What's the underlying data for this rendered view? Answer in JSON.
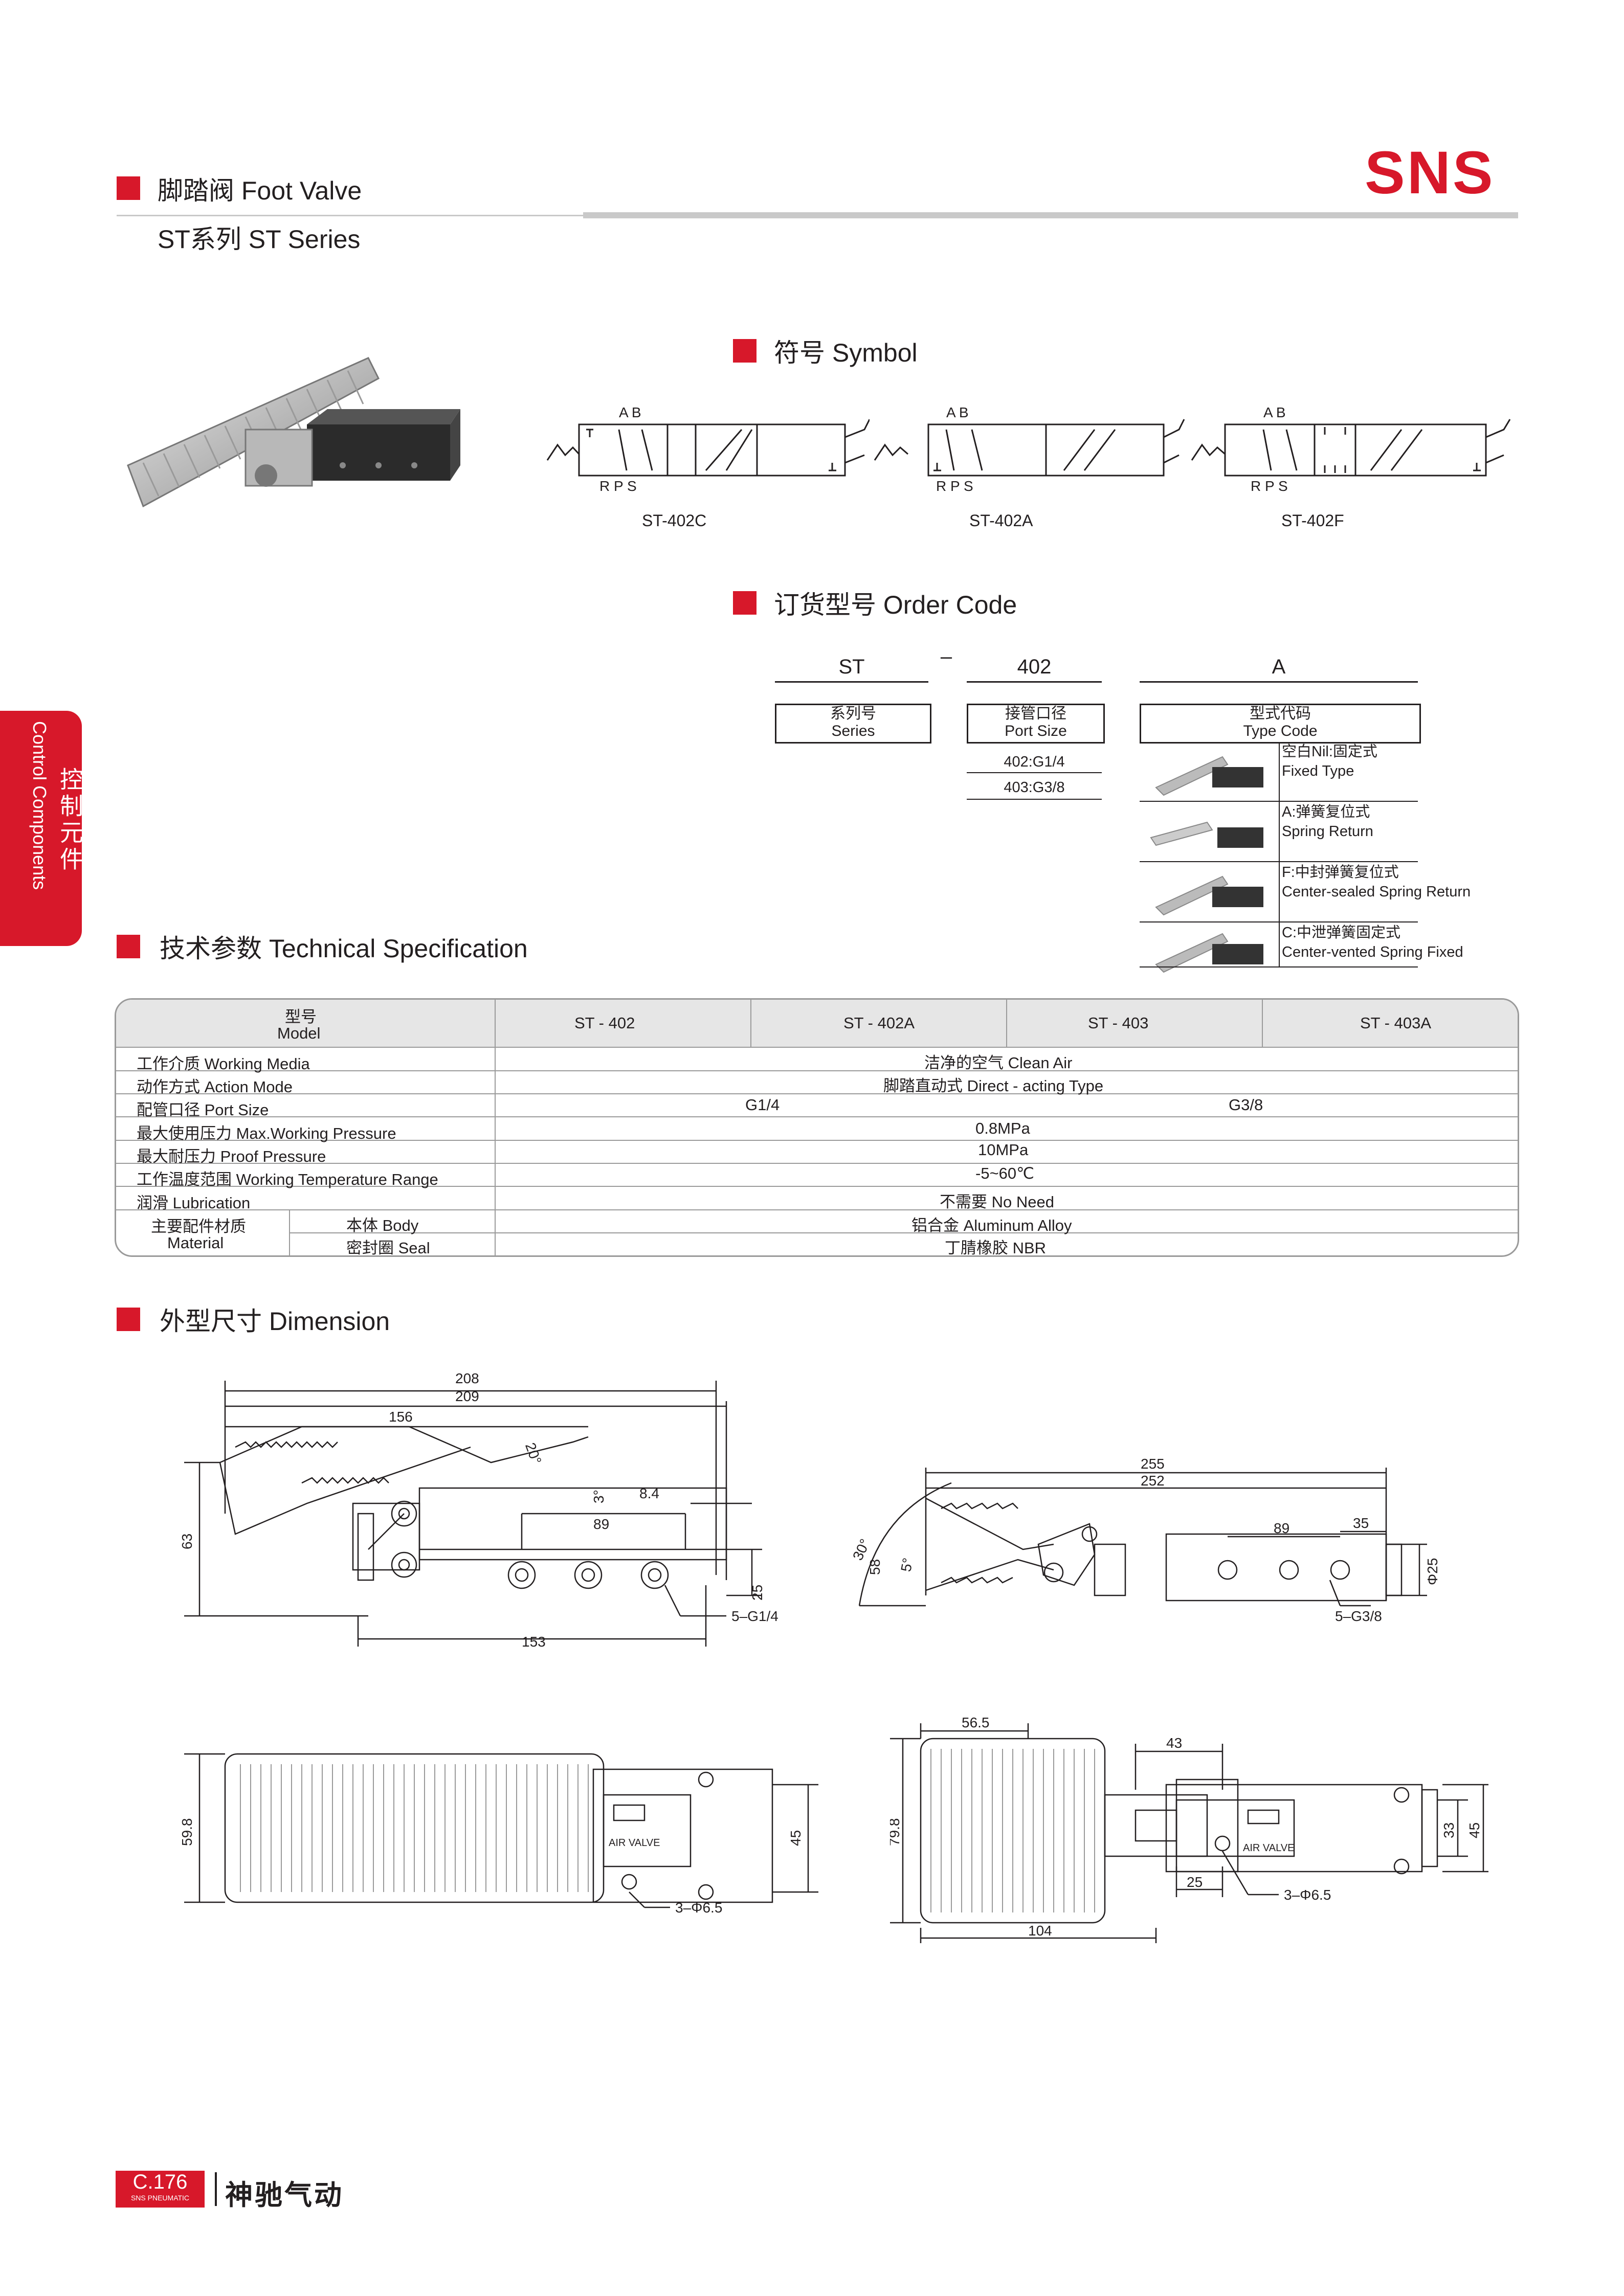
{
  "brand": "SNS",
  "header": {
    "title": "脚踏阀 Foot Valve",
    "subtitle": "ST系列 ST Series"
  },
  "sidetab": {
    "en": "Control Components",
    "cn": "控制元件"
  },
  "sections": {
    "symbol": "符号 Symbol",
    "order_code": "订货型号 Order Code",
    "spec": "技术参数 Technical Specification",
    "dimension": "外型尺寸 Dimension"
  },
  "symbols": [
    {
      "model": "ST-402C",
      "ports_top": "A  B",
      "ports_bottom": "R   P   S"
    },
    {
      "model": "ST-402A",
      "ports_top": "A  B",
      "ports_bottom": "R   P   S"
    },
    {
      "model": "ST-402F",
      "ports_top": "A  B",
      "ports_bottom": "R   P   S"
    }
  ],
  "order_code": {
    "series_value": "ST",
    "dash": "–",
    "size_value": "402",
    "type_value": "A",
    "series_label_cn": "系列号",
    "series_label_en": "Series",
    "size_label_cn": "接管口径",
    "size_label_en": "Port Size",
    "sizes": [
      "402:G1/4",
      "403:G3/8"
    ],
    "type_label_cn": "型式代码",
    "type_label_en": "Type Code",
    "types": [
      {
        "cn": "空白Nil:固定式",
        "en": "Fixed Type"
      },
      {
        "cn": "A:弹簧复位式",
        "en": "Spring Return"
      },
      {
        "cn": "F:中封弹簧复位式",
        "en": "Center-sealed Spring Return"
      },
      {
        "cn": "C:中泄弹簧固定式",
        "en": "Center-vented Spring Fixed"
      }
    ]
  },
  "spec": {
    "model_cn": "型号",
    "model_en": "Model",
    "models": [
      "ST - 402",
      "ST - 402A",
      "ST - 403",
      "ST - 403A"
    ],
    "rows": [
      {
        "label": "工作介质 Working Media",
        "value": "洁净的空气 Clean Air"
      },
      {
        "label": "动作方式 Action Mode",
        "value": "脚踏直动式 Direct - acting Type"
      },
      {
        "label": "配管口径 Port Size",
        "value_a": "G1/4",
        "value_b": "G3/8"
      },
      {
        "label": "最大使用压力 Max.Working Pressure",
        "value": "0.8MPa"
      },
      {
        "label": "最大耐压力 Proof Pressure",
        "value": "10MPa"
      },
      {
        "label": "工作温度范围 Working Temperature Range",
        "value": "-5~60℃"
      },
      {
        "label": "润滑 Lubrication",
        "value": "不需要 No Need"
      }
    ],
    "material_cn": "主要配件材质",
    "material_en": "Material",
    "body_label": "本体 Body",
    "body_value": "铝合金 Aluminum Alloy",
    "seal_label": "密封圈 Seal",
    "seal_value": "丁腈橡胶 NBR"
  },
  "dimensions": {
    "side_a": {
      "d208": "208",
      "d209": "209",
      "d156": "156",
      "d20": "20°",
      "d3": "3°",
      "d84": "8.4",
      "d89": "89",
      "d63": "63",
      "d25": "25",
      "d153": "153",
      "port": "5–G1/4"
    },
    "side_b": {
      "d255": "255",
      "d252": "252",
      "d89": "89",
      "d35": "35",
      "d30": "30°",
      "d58": "58",
      "d5": "5°",
      "dphi": "Φ25",
      "port": "5–G3/8"
    },
    "top_a": {
      "d598": "59.8",
      "d45": "45",
      "holes": "3–Φ6.5",
      "label": "AIR VALVE"
    },
    "top_b": {
      "d565": "56.5",
      "d43": "43",
      "d798": "79.8",
      "d33": "33",
      "d45": "45",
      "d25": "25",
      "d104": "104",
      "holes": "3–Φ6.5",
      "label": "AIR VALVE"
    }
  },
  "footer": {
    "page": "C.176",
    "small": "SNS PNEUMATIC",
    "cn": "神驰气动"
  },
  "colors": {
    "accent": "#d7182a",
    "grey": "#c9c9c9"
  }
}
